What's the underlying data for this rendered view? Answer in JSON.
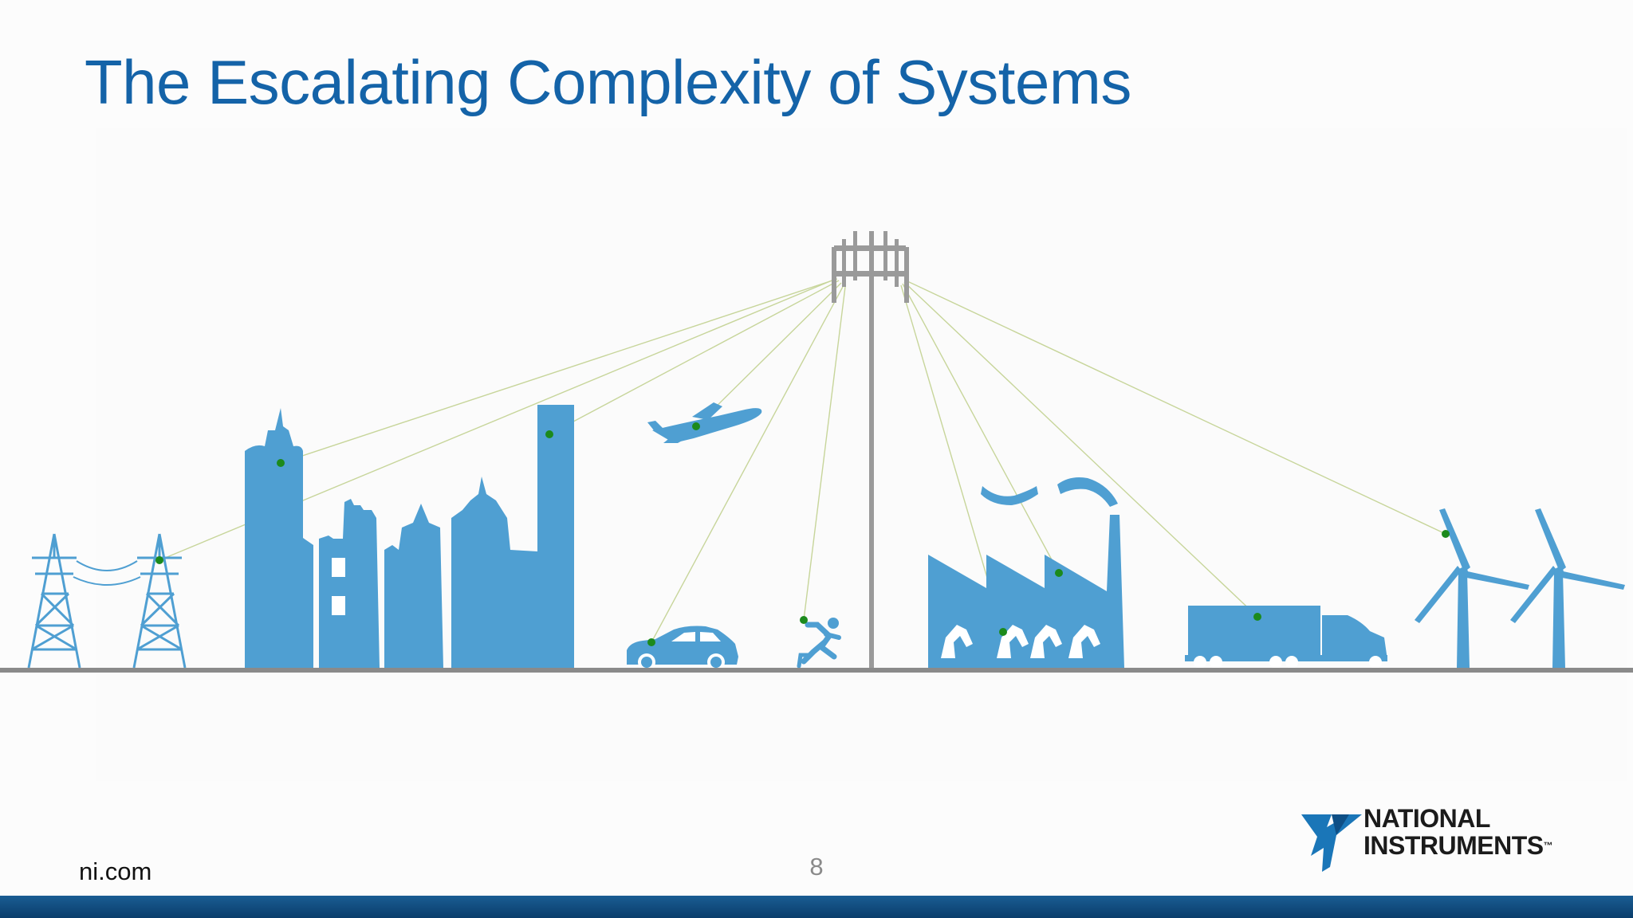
{
  "slide": {
    "title": "The Escalating Complexity of Systems",
    "footer_url": "ni.com",
    "page_number": "8"
  },
  "logo": {
    "line1": "NATIONAL",
    "line2": "INSTRUMENTS",
    "trademark": "™",
    "icon": "ni-eagle-logo-icon"
  },
  "colors": {
    "title": "#1463a8",
    "icons": "#4f9fd2",
    "ground": "#8a8a8a",
    "link_lines": "#c7d59a",
    "connection_dots": "#1c8a1c",
    "bottom_bar": "#12508a"
  },
  "illustration": {
    "icons": [
      "power-pylons-icon",
      "city-skyline-icon",
      "airplane-icon",
      "car-icon",
      "running-person-icon",
      "cell-tower-icon",
      "factory-icon",
      "robot-arms-icon",
      "truck-icon",
      "wind-turbines-icon"
    ]
  }
}
